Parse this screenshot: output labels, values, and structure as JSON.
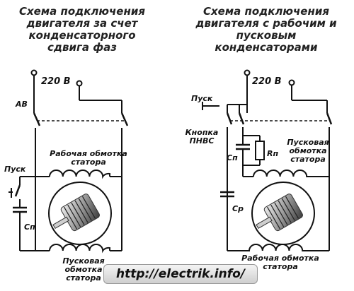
{
  "left": {
    "title": [
      "Схема подключения",
      "двигателя за счет",
      "конденсаторного",
      "сдвига фаз"
    ],
    "labels": {
      "voltage": "220 В",
      "breaker": "АВ",
      "start": "Пуск",
      "cap": "Сп",
      "work_winding": [
        "Рабочая обмотка",
        "статора"
      ],
      "start_winding": [
        "Пусковая обмотка",
        "статора"
      ]
    }
  },
  "right": {
    "title": [
      "Схема подключения",
      "двигателя с рабочим и",
      "пусковым",
      "конденсаторами"
    ],
    "labels": {
      "voltage": "220 В",
      "start": "Пуск",
      "button": [
        "Кнопка",
        "ПНВС"
      ],
      "cap_start": "Сп",
      "resistor": "Rп",
      "cap_work": "Ср",
      "start_winding": [
        "Пусковая",
        "обмотка",
        "статора"
      ],
      "work_winding": [
        "Рабочая обмотка",
        "статора"
      ]
    }
  },
  "footer": {
    "url": "http://electrik.info/"
  },
  "colors": {
    "wire": "#111111",
    "title": "#222222"
  }
}
